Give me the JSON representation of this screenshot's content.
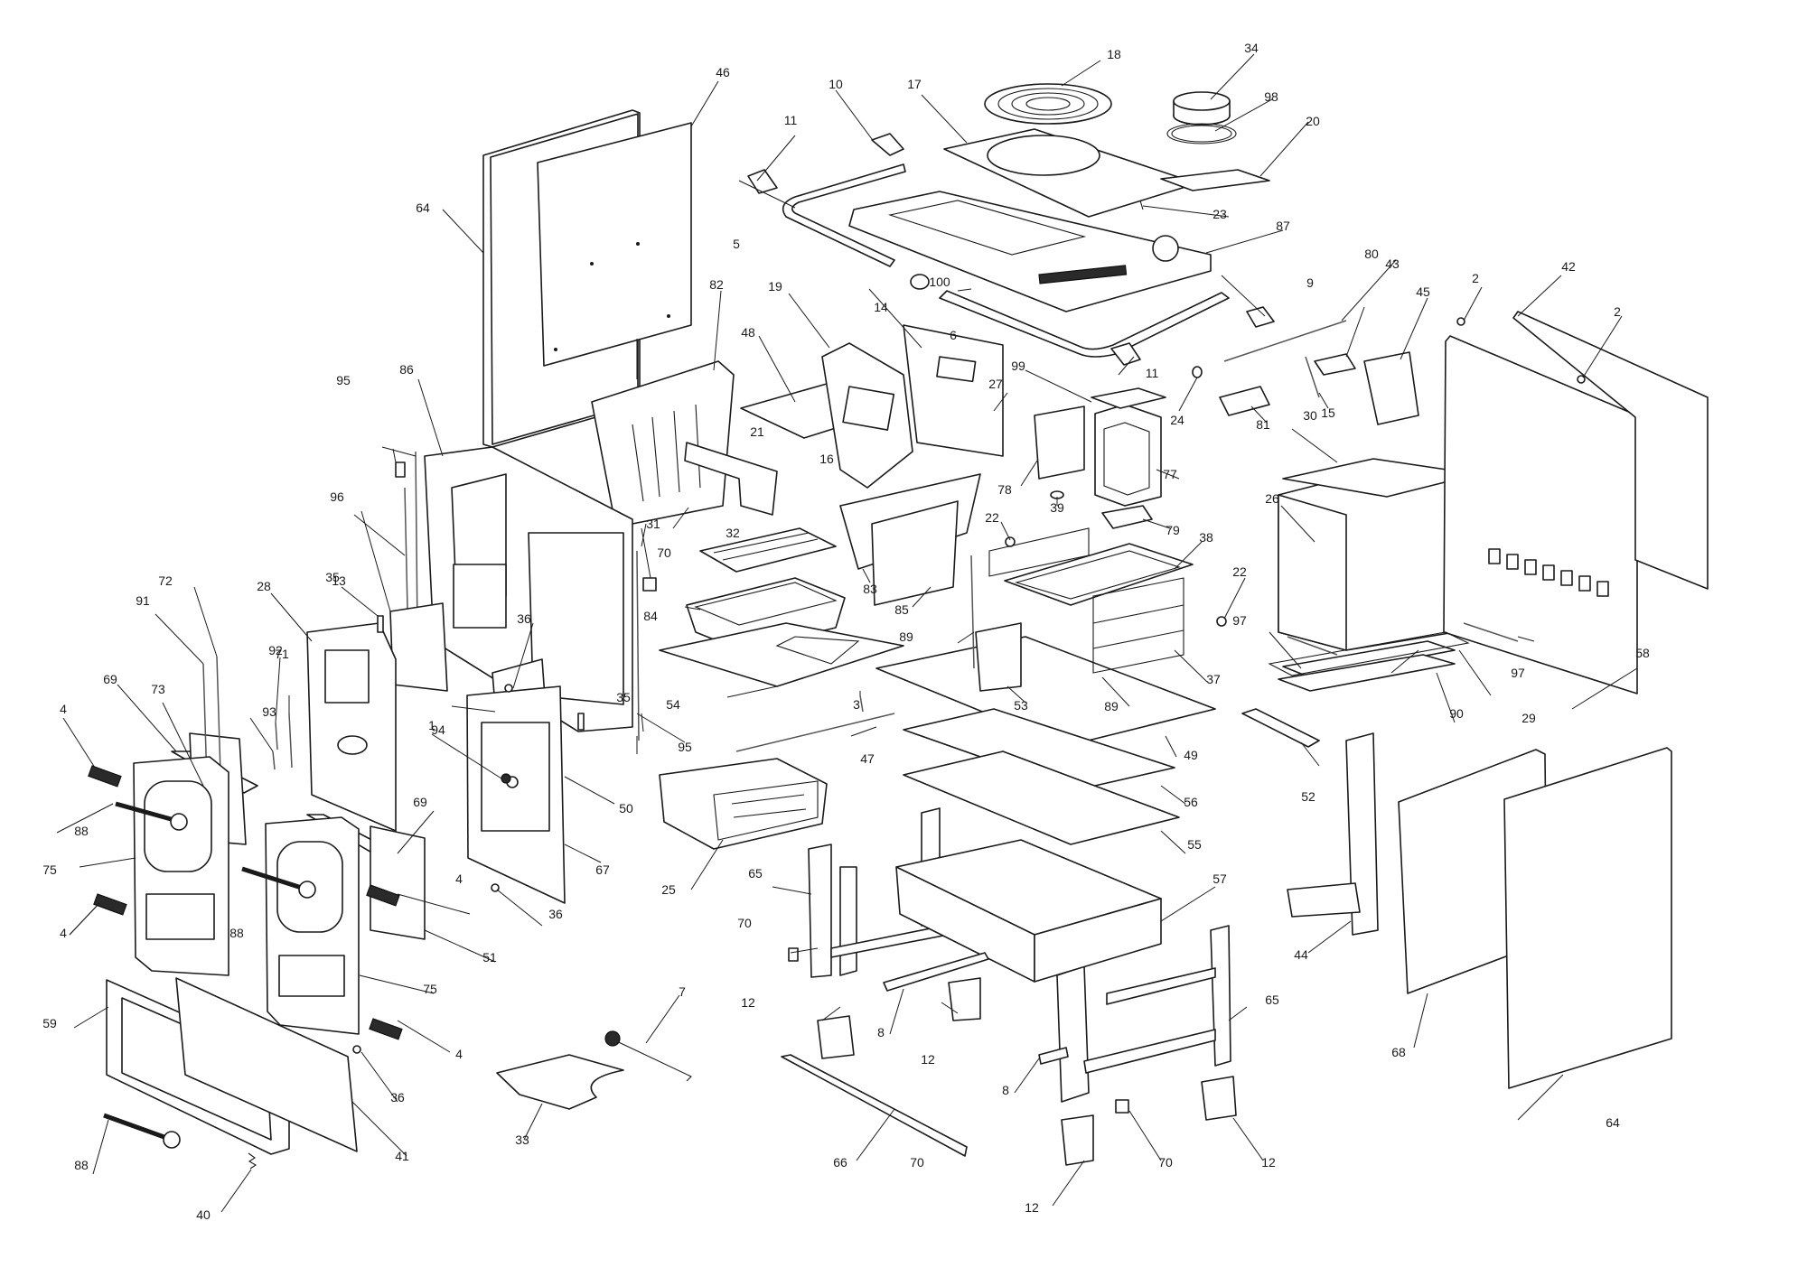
{
  "labels": [
    {
      "text": "1"
    },
    {
      "text": "2"
    },
    {
      "text": "2"
    },
    {
      "text": "3"
    },
    {
      "text": "4"
    },
    {
      "text": "4"
    },
    {
      "text": "4"
    },
    {
      "text": "4"
    },
    {
      "text": "5"
    },
    {
      "text": "6"
    },
    {
      "text": "7"
    },
    {
      "text": "8"
    },
    {
      "text": "8"
    },
    {
      "text": "9"
    },
    {
      "text": "10"
    },
    {
      "text": "11"
    },
    {
      "text": "11"
    },
    {
      "text": "12"
    },
    {
      "text": "12"
    },
    {
      "text": "12"
    },
    {
      "text": "12"
    },
    {
      "text": "13"
    },
    {
      "text": "14"
    },
    {
      "text": "15"
    },
    {
      "text": "16"
    },
    {
      "text": "17"
    },
    {
      "text": "18"
    },
    {
      "text": "19"
    },
    {
      "text": "20"
    },
    {
      "text": "21"
    },
    {
      "text": "22"
    },
    {
      "text": "22"
    },
    {
      "text": "23"
    },
    {
      "text": "24"
    },
    {
      "text": "25"
    },
    {
      "text": "26"
    },
    {
      "text": "27"
    },
    {
      "text": "28"
    },
    {
      "text": "29"
    },
    {
      "text": "30"
    },
    {
      "text": "31"
    },
    {
      "text": "32"
    },
    {
      "text": "33"
    },
    {
      "text": "34"
    },
    {
      "text": "35"
    },
    {
      "text": "35"
    },
    {
      "text": "36"
    },
    {
      "text": "36"
    },
    {
      "text": "36"
    },
    {
      "text": "37"
    },
    {
      "text": "38"
    },
    {
      "text": "39"
    },
    {
      "text": "40"
    },
    {
      "text": "41"
    },
    {
      "text": "42"
    },
    {
      "text": "43"
    },
    {
      "text": "44"
    },
    {
      "text": "45"
    },
    {
      "text": "46"
    },
    {
      "text": "47"
    },
    {
      "text": "48"
    },
    {
      "text": "49"
    },
    {
      "text": "50"
    },
    {
      "text": "51"
    },
    {
      "text": "52"
    },
    {
      "text": "53"
    },
    {
      "text": "54"
    },
    {
      "text": "55"
    },
    {
      "text": "56"
    },
    {
      "text": "57"
    },
    {
      "text": "58"
    },
    {
      "text": "59"
    },
    {
      "text": "64"
    },
    {
      "text": "64"
    },
    {
      "text": "65"
    },
    {
      "text": "65"
    },
    {
      "text": "66"
    },
    {
      "text": "67"
    },
    {
      "text": "68"
    },
    {
      "text": "69"
    },
    {
      "text": "69"
    },
    {
      "text": "70"
    },
    {
      "text": "70"
    },
    {
      "text": "70"
    },
    {
      "text": "70"
    },
    {
      "text": "71"
    },
    {
      "text": "72"
    },
    {
      "text": "73"
    },
    {
      "text": "75"
    },
    {
      "text": "75"
    },
    {
      "text": "77"
    },
    {
      "text": "78"
    },
    {
      "text": "79"
    },
    {
      "text": "80"
    },
    {
      "text": "81"
    },
    {
      "text": "82"
    },
    {
      "text": "83"
    },
    {
      "text": "84"
    },
    {
      "text": "85"
    },
    {
      "text": "86"
    },
    {
      "text": "87"
    },
    {
      "text": "88"
    },
    {
      "text": "88"
    },
    {
      "text": "88"
    },
    {
      "text": "89"
    },
    {
      "text": "89"
    },
    {
      "text": "90"
    },
    {
      "text": "91"
    },
    {
      "text": "92"
    },
    {
      "text": "93"
    },
    {
      "text": "94"
    },
    {
      "text": "95"
    },
    {
      "text": "95"
    },
    {
      "text": "96"
    },
    {
      "text": "97"
    },
    {
      "text": "97"
    },
    {
      "text": "98"
    },
    {
      "text": "99"
    },
    {
      "text": "100"
    }
  ]
}
